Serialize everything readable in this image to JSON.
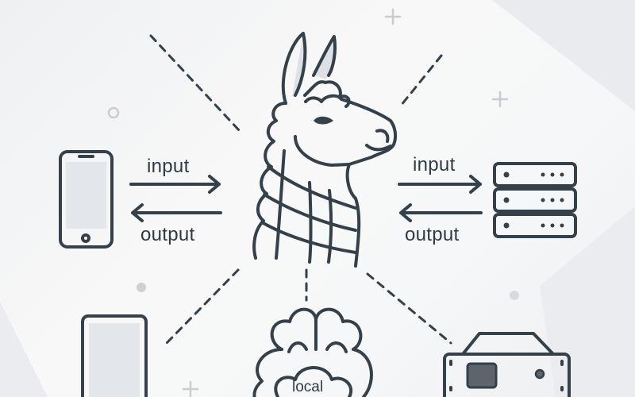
{
  "labels": {
    "left_input": "input",
    "left_output": "output",
    "right_input": "input",
    "right_output": "output",
    "brain": "local"
  },
  "colors": {
    "stroke": "#34404a",
    "fill_light": "#e3e6ea",
    "screen": "#5d656c",
    "background": "#f3f4f5"
  },
  "icons": [
    "llama-icon",
    "smartphone-icon",
    "server-rack-icon",
    "tablet-icon",
    "brain-cloud-icon",
    "hardware-box-icon"
  ]
}
